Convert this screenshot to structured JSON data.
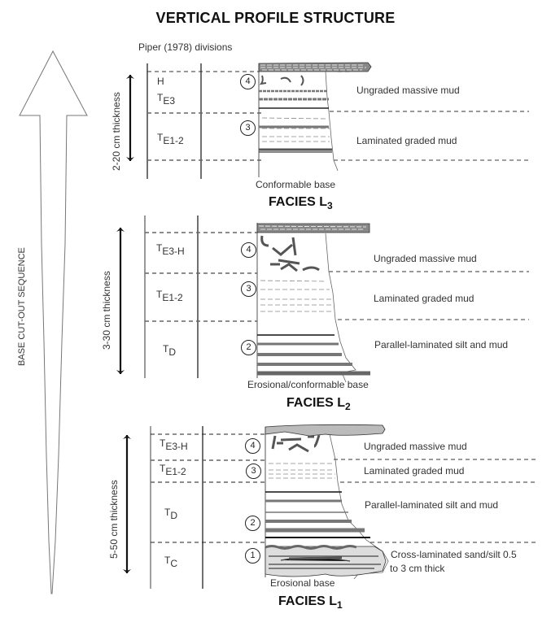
{
  "title": "VERTICAL PROFILE STRUCTURE",
  "piper_label": "Piper (1978) divisions",
  "sequence_arrow_label": "BASE CUT-OUT SEQUENCE",
  "colors": {
    "ink": "#222222",
    "grey_fill": "#777777",
    "dash": "#555555"
  },
  "facies": [
    {
      "id": "L3",
      "name": "FACIES L",
      "subscript": "3",
      "thickness_label": "2-20 cm thickness",
      "base_label": "Conformable base",
      "divisions": [
        {
          "main": "H",
          "sub": ""
        },
        {
          "main": "T",
          "sub": "E3"
        },
        {
          "main": "T",
          "sub": "E1-2"
        }
      ],
      "units": [
        {
          "number": "4",
          "description": "Ungraded massive mud"
        },
        {
          "number": "3",
          "description": "Laminated graded mud"
        }
      ]
    },
    {
      "id": "L2",
      "name": "FACIES L",
      "subscript": "2",
      "thickness_label": "3-30 cm thickness",
      "base_label": "Erosional/conformable base",
      "divisions": [
        {
          "main": "T",
          "sub": "E3-H"
        },
        {
          "main": "T",
          "sub": "E1-2"
        },
        {
          "main": "T",
          "sub": "D"
        }
      ],
      "units": [
        {
          "number": "4",
          "description": "Ungraded massive mud"
        },
        {
          "number": "3",
          "description": "Laminated graded mud"
        },
        {
          "number": "2",
          "description": "Parallel-laminated silt and mud"
        }
      ]
    },
    {
      "id": "L1",
      "name": "FACIES L",
      "subscript": "1",
      "thickness_label": "5-50 cm thickness",
      "base_label": "Erosional base",
      "divisions": [
        {
          "main": "T",
          "sub": "E3-H"
        },
        {
          "main": "T",
          "sub": "E1-2"
        },
        {
          "main": "T",
          "sub": "D"
        },
        {
          "main": "T",
          "sub": "C"
        }
      ],
      "units": [
        {
          "number": "4",
          "description": "Ungraded massive mud"
        },
        {
          "number": "3",
          "description": "Laminated graded mud"
        },
        {
          "number": "2",
          "description": "Parallel-laminated silt and mud"
        },
        {
          "number": "1",
          "description": "Cross-laminated sand/silt 0.5",
          "description_line2": "to 3 cm thick"
        }
      ]
    }
  ]
}
